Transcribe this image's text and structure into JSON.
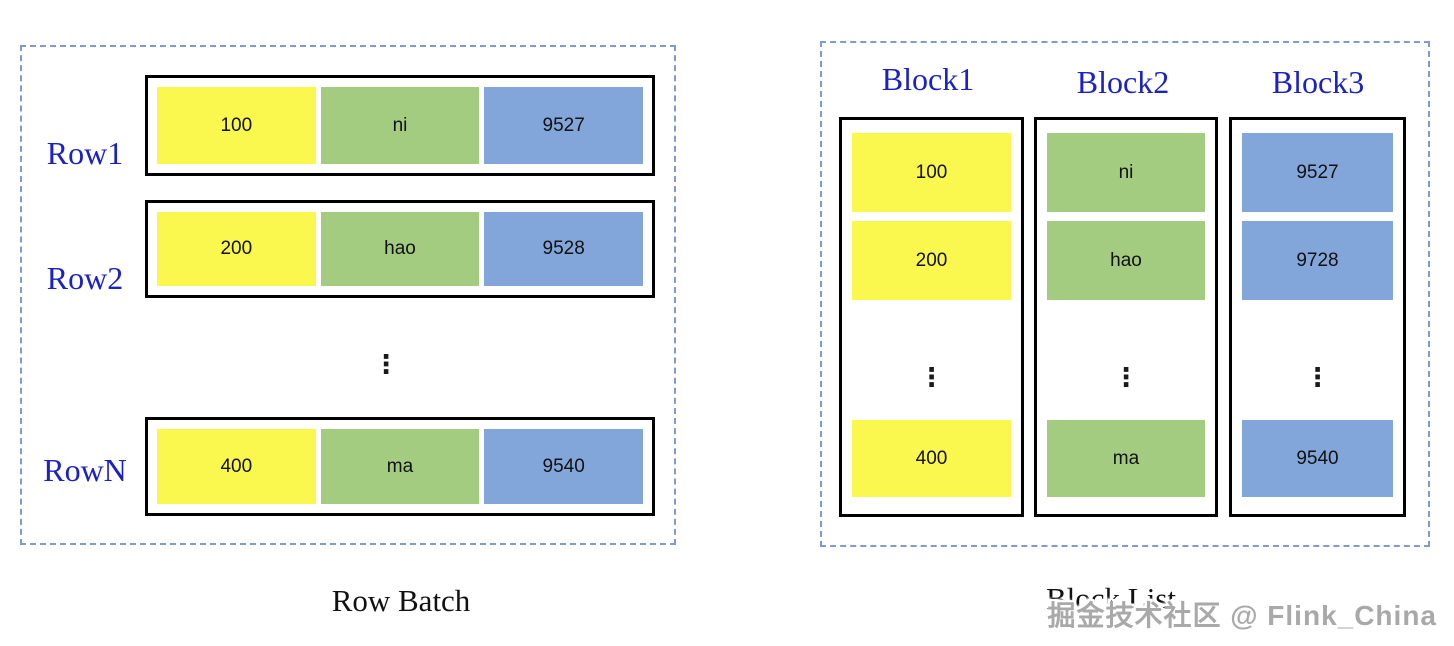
{
  "row_batch": {
    "caption": "Row Batch",
    "rows": [
      {
        "label": "Row1",
        "cells": [
          "100",
          "ni",
          "9527"
        ]
      },
      {
        "label": "Row2",
        "cells": [
          "200",
          "hao",
          "9528"
        ]
      },
      {
        "label": "RowN",
        "cells": [
          "400",
          "ma",
          "9540"
        ]
      }
    ]
  },
  "block_list": {
    "caption": "Block List",
    "blocks": [
      {
        "label": "Block1",
        "cells": [
          "100",
          "200",
          "400"
        ]
      },
      {
        "label": "Block2",
        "cells": [
          "ni",
          "hao",
          "ma"
        ]
      },
      {
        "label": "Block3",
        "cells": [
          "9527",
          "9728",
          "9540"
        ]
      }
    ]
  },
  "glyphs": {
    "vertical_ellipsis": "⋮"
  },
  "watermark": {
    "text": "掘金技术社区 @ Flink_China"
  },
  "colors": {
    "cell_yellow": "#FAF74E",
    "cell_green": "#A4CC80",
    "cell_blue": "#82A6DA",
    "label_blue": "#1B22C0",
    "dashed_border": "#7F9BCD",
    "box_border": "#000000",
    "watermark_gray": "#A9A9A9"
  }
}
